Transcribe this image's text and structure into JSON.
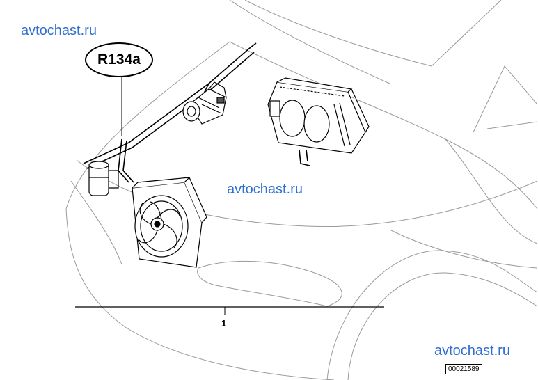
{
  "watermarks": [
    "avtochast.ru",
    "avtochast.ru",
    "avtochast.ru"
  ],
  "refrigerant_label": "R134a",
  "part_number": "1",
  "diagram_id": "00021589",
  "colors": {
    "watermark": "#2f6fd1",
    "line": "#000000",
    "body_outline": "#9a9a9a",
    "background": "#ffffff"
  }
}
